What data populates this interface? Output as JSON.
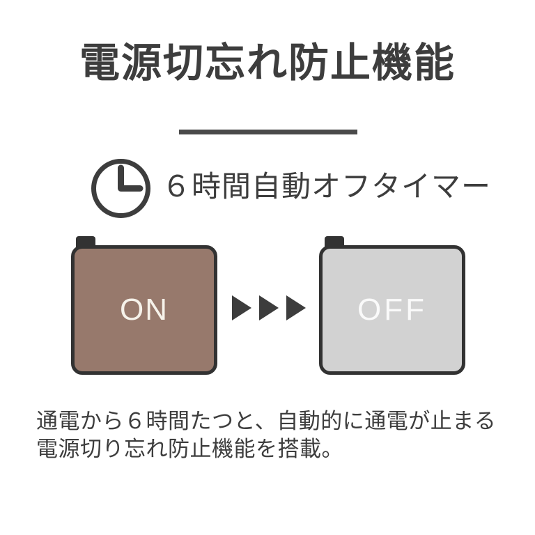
{
  "title": {
    "text": "電源切忘れ防止機能"
  },
  "timer": {
    "icon": "clock-icon",
    "label": "６時間自動オフタイマー"
  },
  "diagram": {
    "on_label": "ON",
    "off_label": "OFF",
    "arrow_icon": "triangle-right-icon",
    "arrow_count": 3
  },
  "description": {
    "line1": "通電から６時間たつと、自動的に通電が止まる",
    "line2": "電源切り忘れ防止機能を搭載。"
  },
  "colors": {
    "background": "#ffffff",
    "ink": "#3d3d3d",
    "divider": "#4a4a4a",
    "box_border": "#323232",
    "on_fill": "#97796c",
    "on_text": "#f6f2ea",
    "off_fill": "#d2d2d2",
    "off_text": "#fafafa"
  }
}
